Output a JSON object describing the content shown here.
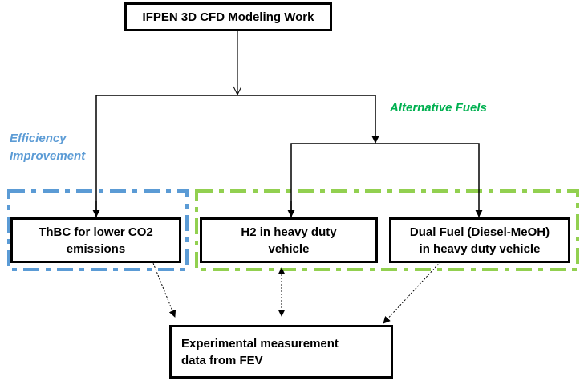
{
  "colors": {
    "efficiency": "#5b9bd5",
    "alternative": "#92d050",
    "alternative_text": "#00b050",
    "line": "#000000"
  },
  "nodes": {
    "top": {
      "text": "IFPEN  3D CFD Modeling Work"
    },
    "thbc": {
      "line1": "ThBC for lower CO2",
      "line2": "emissions"
    },
    "h2": {
      "line1": "H2 in heavy duty",
      "line2": "vehicle"
    },
    "dual": {
      "line1": "Dual Fuel (Diesel-MeOH)",
      "line2": "in heavy duty vehicle"
    },
    "exp": {
      "line1": "Experimental measurement",
      "line2": "data from FEV"
    }
  },
  "groups": {
    "efficiency": {
      "line1": "Efficiency",
      "line2": "Improvement"
    },
    "alternative": {
      "label": "Alternative Fuels"
    }
  }
}
